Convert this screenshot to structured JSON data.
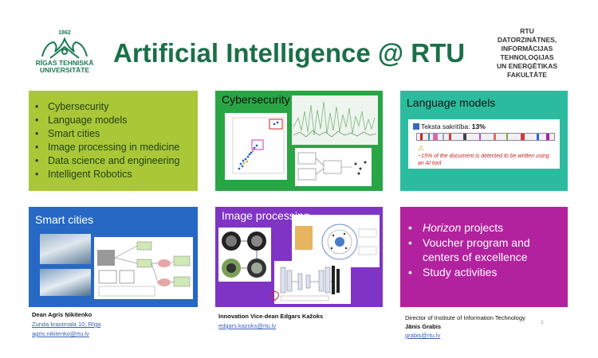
{
  "header": {
    "title": "Artificial Intelligence @ RTU",
    "left_logo": {
      "year": "1862",
      "line1": "RĪGAS TEHNISKĀ",
      "line2": "UNIVERSITĀTE"
    },
    "right_logo": [
      "RTU",
      "DATORZINĀTNES,",
      "INFORMĀCIJAS",
      "TEHNOLOĢIJAS",
      "UN ENERĢĒTIKAS",
      "FAKULTĀTE"
    ]
  },
  "tiles": {
    "areas": {
      "items": [
        "Cybersecurity",
        "Language models",
        "Smart cities",
        "Image processing in medicine",
        "Data science and engineering",
        "Intelligent  Robotics"
      ]
    },
    "cybersecurity": {
      "title": "Cybersecurity"
    },
    "language_models": {
      "title": "Language models",
      "meter_label": "Teksta sakritība: ",
      "meter_value": "13%",
      "note": "~15% of the document is detected to be written using an AI tool"
    },
    "smart_cities": {
      "title": "Smart cities"
    },
    "image_processing": {
      "title": "Image processing"
    },
    "projects": {
      "items": [
        {
          "em": "Horizon",
          "rest": " projects"
        },
        {
          "em": "",
          "rest": "Voucher program and centers of excellence"
        },
        {
          "em": "",
          "rest": "Study activities"
        }
      ]
    }
  },
  "contacts": [
    {
      "role": "Dean",
      "name": "Agris Ņikitenko",
      "address": "Zunda krastmala 10, Rīga",
      "email": "agris.nikitenko@rtu.lv"
    },
    {
      "role": "Innovation Vice-dean",
      "name": "Edgars Kažoks",
      "email": "edgars.kazoks@rtu.lv"
    },
    {
      "role": "Director of Institute of Information Technology",
      "name": "Jānis Grabis",
      "email": "grabis@rtu.lv"
    }
  ],
  "slide_number": "1",
  "colors": {
    "title_green": "#1b6f48",
    "tile_lime": "#aac738",
    "tile_green": "#2aa545",
    "tile_teal": "#2bbca0",
    "tile_blue": "#2768c5",
    "tile_purple": "#8034c6",
    "tile_magenta": "#b2229e"
  }
}
